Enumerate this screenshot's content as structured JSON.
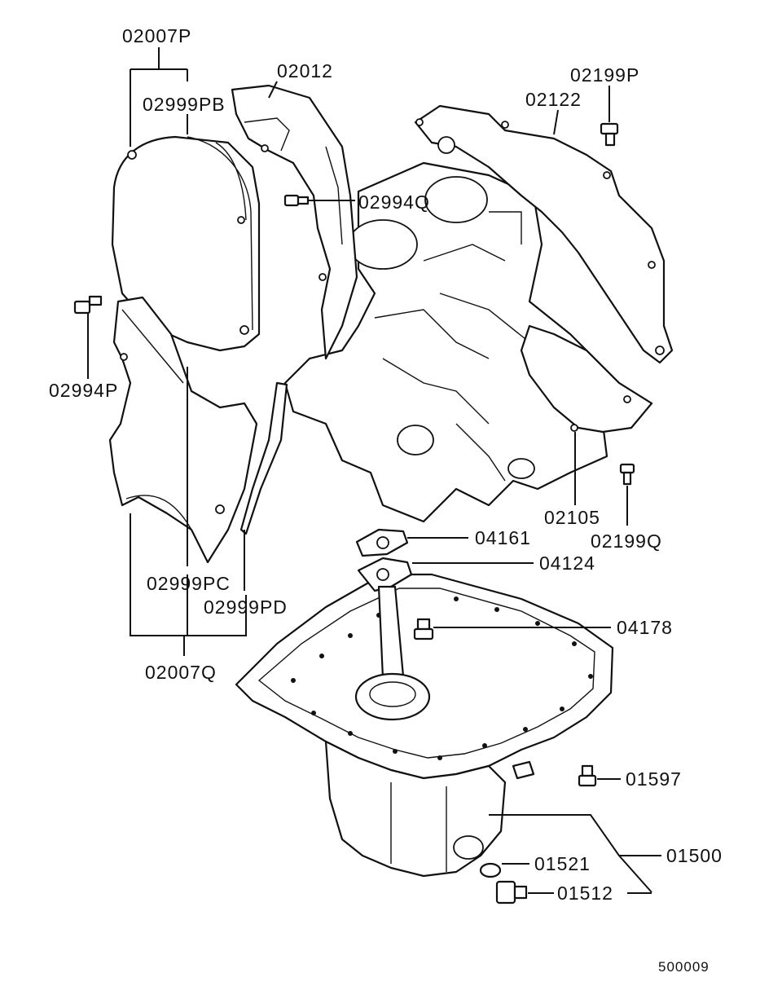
{
  "labels": {
    "p02007P": "02007P",
    "p02999PB": "02999PB",
    "p02012": "02012",
    "p02199P": "02199P",
    "p02122": "02122",
    "p02994Q": "02994Q",
    "p02994P": "02994P",
    "p02105": "02105",
    "p02199Q": "02199Q",
    "p04161": "04161",
    "p04124": "04124",
    "p02999PC": "02999PC",
    "p02999PD": "02999PD",
    "p04178": "04178",
    "p02007Q": "02007Q",
    "p01597": "01597",
    "p01500": "01500",
    "p01521": "01521",
    "p01512": "01512"
  },
  "drawing_code": "500009"
}
